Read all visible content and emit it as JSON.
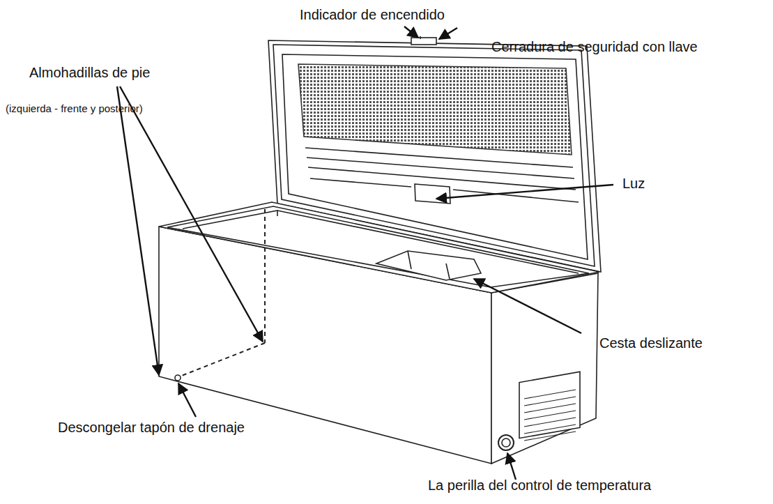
{
  "diagram": {
    "labels": [
      "Indicador de encendido",
      "Cerradura de seguridad con llave",
      "Almohadillas de pie",
      "(izquierda - frente y posterior)",
      "Luz",
      "Cesta deslizante",
      "Descongelar tapón de drenaje",
      "La perilla del control de temperatura"
    ]
  }
}
